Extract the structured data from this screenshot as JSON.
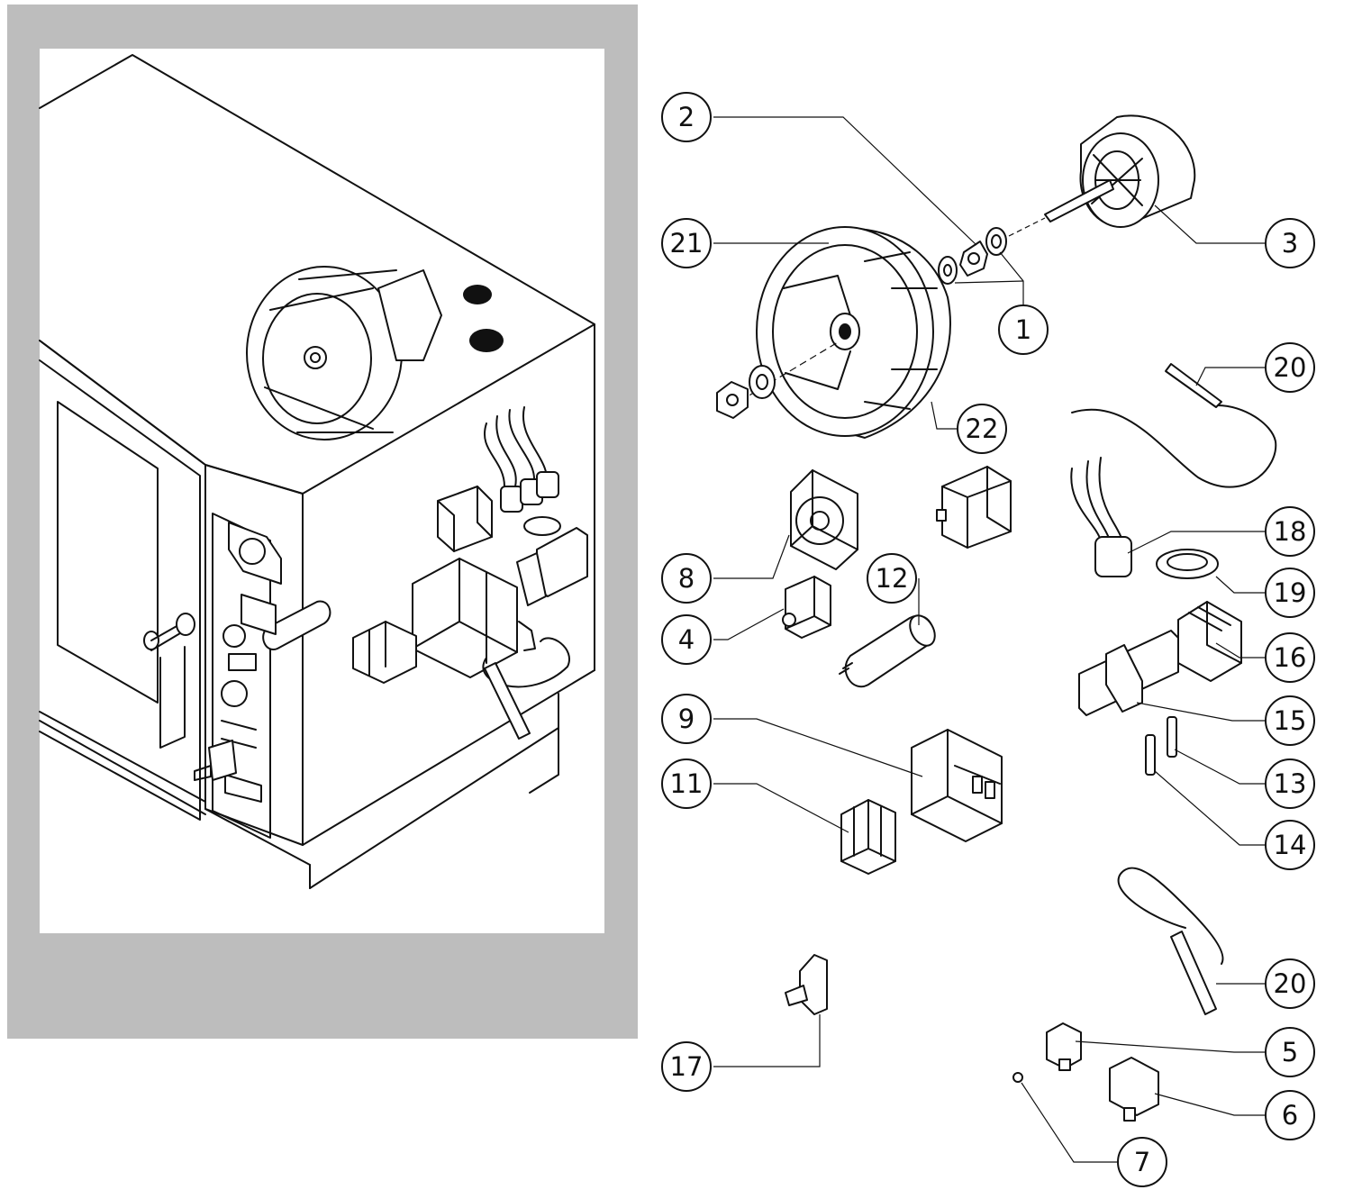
{
  "diagram": {
    "callouts": [
      {
        "id": "c2",
        "label": "2"
      },
      {
        "id": "c21",
        "label": "21"
      },
      {
        "id": "c3",
        "label": "3"
      },
      {
        "id": "c1",
        "label": "1"
      },
      {
        "id": "c20a",
        "label": "20"
      },
      {
        "id": "c22",
        "label": "22"
      },
      {
        "id": "c18",
        "label": "18"
      },
      {
        "id": "c8",
        "label": "8"
      },
      {
        "id": "c12",
        "label": "12"
      },
      {
        "id": "c19",
        "label": "19"
      },
      {
        "id": "c4",
        "label": "4"
      },
      {
        "id": "c16",
        "label": "16"
      },
      {
        "id": "c9",
        "label": "9"
      },
      {
        "id": "c15",
        "label": "15"
      },
      {
        "id": "c11",
        "label": "11"
      },
      {
        "id": "c13",
        "label": "13"
      },
      {
        "id": "c14",
        "label": "14"
      },
      {
        "id": "c20b",
        "label": "20"
      },
      {
        "id": "c17",
        "label": "17"
      },
      {
        "id": "c5",
        "label": "5"
      },
      {
        "id": "c6",
        "label": "6"
      },
      {
        "id": "c7",
        "label": "7"
      }
    ],
    "colors": {
      "frame": "#bdbdbd",
      "ink": "#111111",
      "paper": "#ffffff"
    }
  }
}
